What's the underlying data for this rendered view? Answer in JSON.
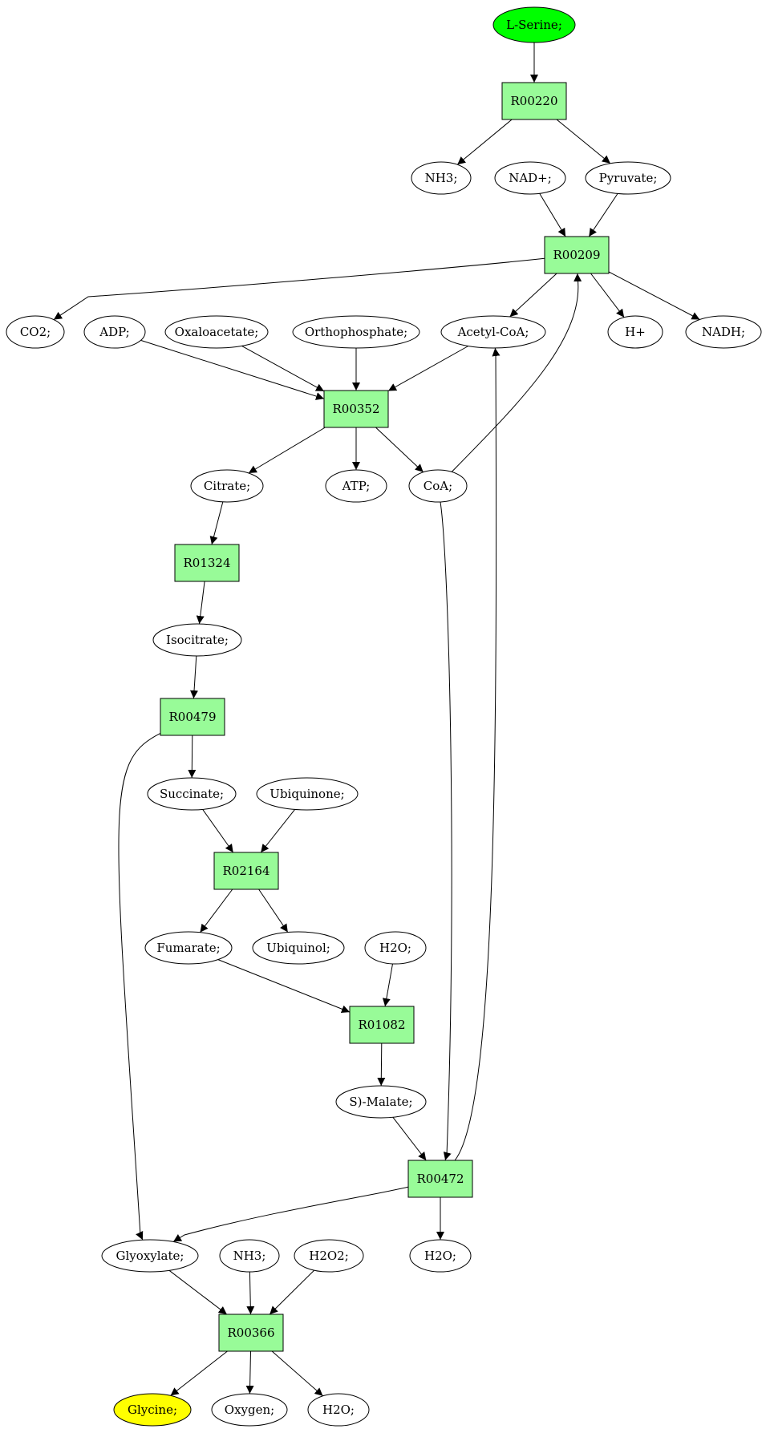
{
  "colors": {
    "reaction_fill": "#98fb98",
    "metabolite_fill": "#ffffff",
    "start_fill": "#00ff00",
    "end_fill": "#ffff00",
    "stroke": "#000000"
  },
  "nodes": [
    {
      "id": "l-serine",
      "label": "L-Serine;",
      "kind": "start"
    },
    {
      "id": "r00220",
      "label": "R00220",
      "kind": "reaction"
    },
    {
      "id": "nh3-1",
      "label": "NH3;",
      "kind": "metabolite"
    },
    {
      "id": "nad",
      "label": "NAD+;",
      "kind": "metabolite"
    },
    {
      "id": "pyruvate",
      "label": "Pyruvate;",
      "kind": "metabolite"
    },
    {
      "id": "r00209",
      "label": "R00209",
      "kind": "reaction"
    },
    {
      "id": "co2",
      "label": "CO2;",
      "kind": "metabolite"
    },
    {
      "id": "adp",
      "label": "ADP;",
      "kind": "metabolite"
    },
    {
      "id": "oxaloacetate",
      "label": "Oxaloacetate;",
      "kind": "metabolite"
    },
    {
      "id": "orthophosphate",
      "label": "Orthophosphate;",
      "kind": "metabolite"
    },
    {
      "id": "acetyl-coa",
      "label": "Acetyl-CoA;",
      "kind": "metabolite"
    },
    {
      "id": "h-plus",
      "label": "H+",
      "kind": "metabolite"
    },
    {
      "id": "nadh",
      "label": "NADH;",
      "kind": "metabolite"
    },
    {
      "id": "r00352",
      "label": "R00352",
      "kind": "reaction"
    },
    {
      "id": "citrate",
      "label": "Citrate;",
      "kind": "metabolite"
    },
    {
      "id": "atp",
      "label": "ATP;",
      "kind": "metabolite"
    },
    {
      "id": "coa",
      "label": "CoA;",
      "kind": "metabolite"
    },
    {
      "id": "r01324",
      "label": "R01324",
      "kind": "reaction"
    },
    {
      "id": "isocitrate",
      "label": "Isocitrate;",
      "kind": "metabolite"
    },
    {
      "id": "r00479",
      "label": "R00479",
      "kind": "reaction"
    },
    {
      "id": "succinate",
      "label": "Succinate;",
      "kind": "metabolite"
    },
    {
      "id": "ubiquinone",
      "label": "Ubiquinone;",
      "kind": "metabolite"
    },
    {
      "id": "r02164",
      "label": "R02164",
      "kind": "reaction"
    },
    {
      "id": "fumarate",
      "label": "Fumarate;",
      "kind": "metabolite"
    },
    {
      "id": "ubiquinol",
      "label": "Ubiquinol;",
      "kind": "metabolite"
    },
    {
      "id": "h2o-1",
      "label": "H2O;",
      "kind": "metabolite"
    },
    {
      "id": "r01082",
      "label": "R01082",
      "kind": "reaction"
    },
    {
      "id": "s-malate",
      "label": "S)-Malate;",
      "kind": "metabolite"
    },
    {
      "id": "r00472",
      "label": "R00472",
      "kind": "reaction"
    },
    {
      "id": "glyoxylate",
      "label": "Glyoxylate;",
      "kind": "metabolite"
    },
    {
      "id": "nh3-2",
      "label": "NH3;",
      "kind": "metabolite"
    },
    {
      "id": "h2o2",
      "label": "H2O2;",
      "kind": "metabolite"
    },
    {
      "id": "h2o-2",
      "label": "H2O;",
      "kind": "metabolite"
    },
    {
      "id": "r00366",
      "label": "R00366",
      "kind": "reaction"
    },
    {
      "id": "glycine",
      "label": "Glycine;",
      "kind": "end"
    },
    {
      "id": "oxygen",
      "label": "Oxygen;",
      "kind": "metabolite"
    },
    {
      "id": "h2o-3",
      "label": "H2O;",
      "kind": "metabolite"
    }
  ],
  "edges": [
    {
      "from": "l-serine",
      "to": "r00220"
    },
    {
      "from": "r00220",
      "to": "nh3-1"
    },
    {
      "from": "r00220",
      "to": "pyruvate"
    },
    {
      "from": "nad",
      "to": "r00209"
    },
    {
      "from": "pyruvate",
      "to": "r00209"
    },
    {
      "from": "r00209",
      "to": "co2"
    },
    {
      "from": "r00209",
      "to": "acetyl-coa"
    },
    {
      "from": "r00209",
      "to": "h-plus"
    },
    {
      "from": "r00209",
      "to": "nadh"
    },
    {
      "from": "coa",
      "to": "r00209"
    },
    {
      "from": "adp",
      "to": "r00352"
    },
    {
      "from": "oxaloacetate",
      "to": "r00352"
    },
    {
      "from": "orthophosphate",
      "to": "r00352"
    },
    {
      "from": "acetyl-coa",
      "to": "r00352"
    },
    {
      "from": "r00352",
      "to": "citrate"
    },
    {
      "from": "r00352",
      "to": "atp"
    },
    {
      "from": "r00352",
      "to": "coa"
    },
    {
      "from": "citrate",
      "to": "r01324"
    },
    {
      "from": "r01324",
      "to": "isocitrate"
    },
    {
      "from": "isocitrate",
      "to": "r00479"
    },
    {
      "from": "r00479",
      "to": "succinate"
    },
    {
      "from": "r00479",
      "to": "glyoxylate"
    },
    {
      "from": "succinate",
      "to": "r02164"
    },
    {
      "from": "ubiquinone",
      "to": "r02164"
    },
    {
      "from": "r02164",
      "to": "fumarate"
    },
    {
      "from": "r02164",
      "to": "ubiquinol"
    },
    {
      "from": "fumarate",
      "to": "r01082"
    },
    {
      "from": "h2o-1",
      "to": "r01082"
    },
    {
      "from": "r01082",
      "to": "s-malate"
    },
    {
      "from": "s-malate",
      "to": "r00472"
    },
    {
      "from": "coa",
      "to": "r00472"
    },
    {
      "from": "r00472",
      "to": "acetyl-coa"
    },
    {
      "from": "r00472",
      "to": "glyoxylate"
    },
    {
      "from": "r00472",
      "to": "h2o-2"
    },
    {
      "from": "glyoxylate",
      "to": "r00366"
    },
    {
      "from": "nh3-2",
      "to": "r00366"
    },
    {
      "from": "h2o2",
      "to": "r00366"
    },
    {
      "from": "r00366",
      "to": "glycine"
    },
    {
      "from": "r00366",
      "to": "oxygen"
    },
    {
      "from": "r00366",
      "to": "h2o-3"
    }
  ]
}
